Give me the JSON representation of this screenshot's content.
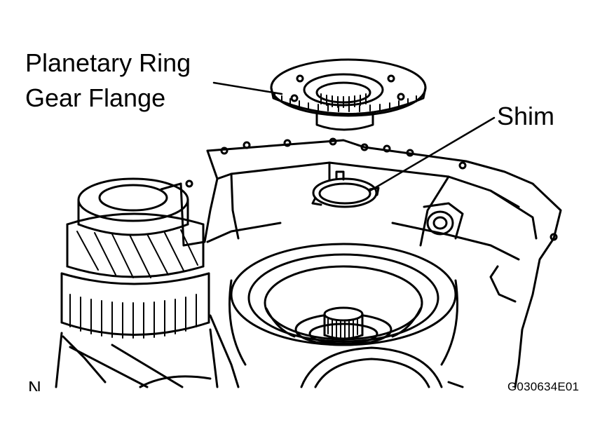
{
  "callouts": {
    "planetary_ring_gear_flange": [
      "Planetary Ring",
      "Gear Flange"
    ],
    "shim": "Shim"
  },
  "figure_code": "G030634E01",
  "cropped_letter": "N",
  "colors": {
    "ink": "#000000",
    "paper": "#ffffff"
  }
}
